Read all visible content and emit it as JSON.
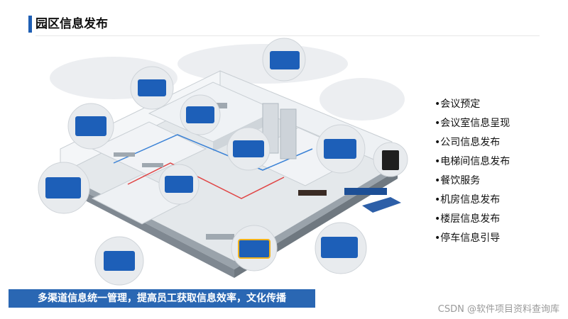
{
  "title": "园区信息发布",
  "features": [
    "•会议预定",
    "•会议室信息呈现",
    "•公司信息发布",
    "•电梯间信息发布",
    "•餐饮服务",
    "•机房信息发布",
    "•楼层信息发布",
    "•停车信息引导"
  ],
  "banner": "多渠道信息统一管理，提高员工获取信息效率，文化传播",
  "watermark": "CSDN @软件项目资料查询库",
  "colors": {
    "accent": "#1f5fb4",
    "banner_bg": "#2a67b3",
    "floor": "#dfe3e6",
    "wall": "#c7cdd2",
    "screen": "#1d5fb8"
  }
}
